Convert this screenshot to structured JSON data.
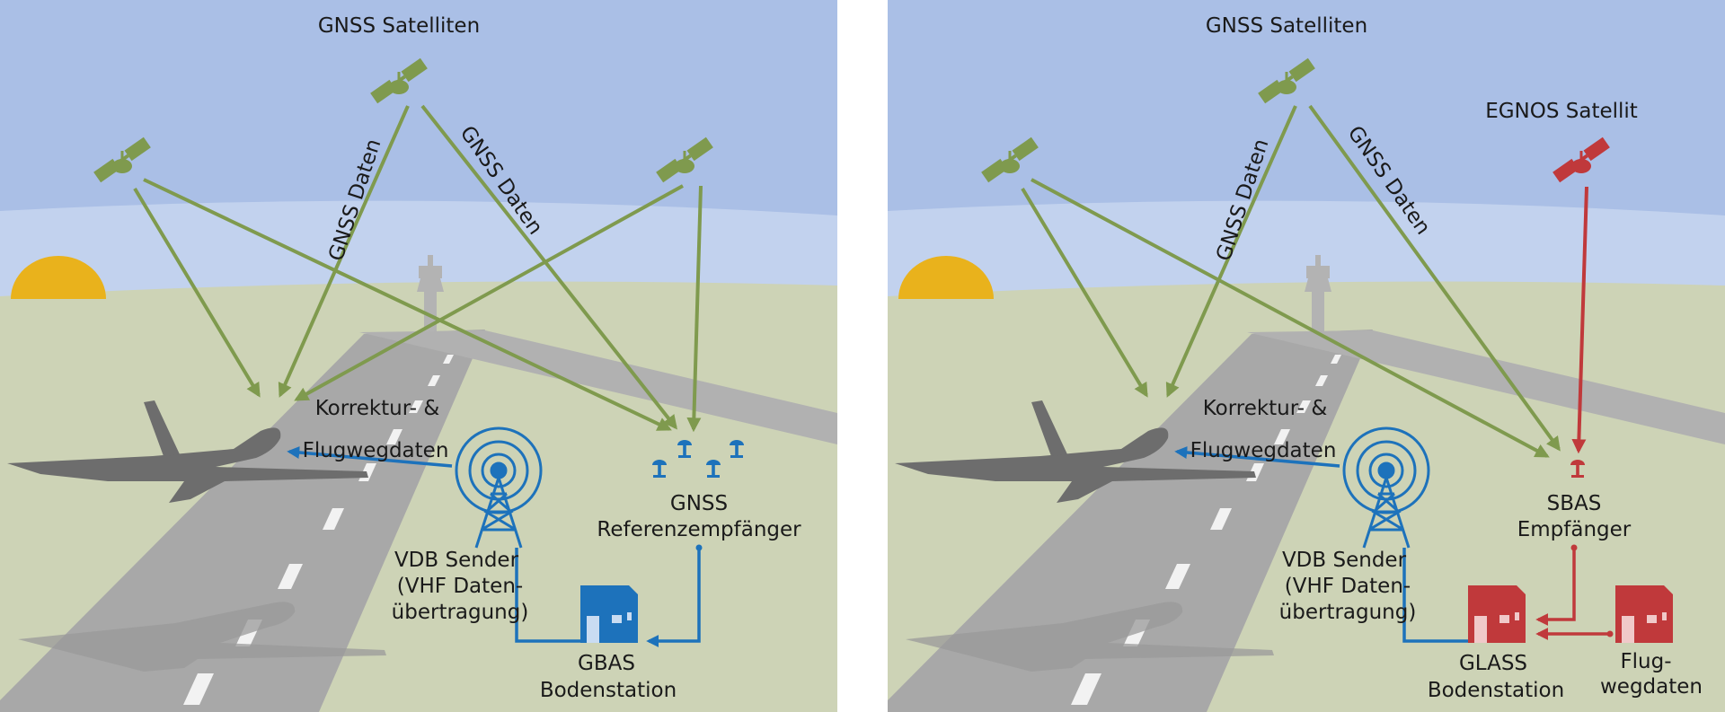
{
  "colors": {
    "sky_top": "#aabfe6",
    "sky_band": "#c2d2ee",
    "ground": "#cdd3b6",
    "runway": "#a8a8a8",
    "sun": "#e9b21c",
    "gnss_green": "#7f9a4e",
    "gbas_blue": "#1d72bb",
    "egnos_red": "#c0393b",
    "plane": "#6d6d6d",
    "plane_shadow": "#9a9a9a"
  },
  "panels": [
    {
      "id": "gbas",
      "labels": {
        "satellites_title": "GNSS Satelliten",
        "gnss_data_1": "GNSS Daten",
        "gnss_data_2": "GNSS Daten",
        "correction_1": "Korrektur- &",
        "correction_2": "Flugwegdaten",
        "vdb_1": "VDB Sender",
        "vdb_2": "(VHF Daten-",
        "vdb_3": "übertragung)",
        "receiver_1": "GNSS",
        "receiver_2": "Referenzempfänger",
        "station_1": "GBAS",
        "station_2": "Bodenstation"
      }
    },
    {
      "id": "glass",
      "labels": {
        "satellites_title": "GNSS Satelliten",
        "egnos_title": "EGNOS Satellit",
        "gnss_data_1": "GNSS Daten",
        "gnss_data_2": "GNSS Daten",
        "correction_1": "Korrektur- &",
        "correction_2": "Flugwegdaten",
        "vdb_1": "VDB Sender",
        "vdb_2": "(VHF Daten-",
        "vdb_3": "übertragung)",
        "receiver_1": "SBAS",
        "receiver_2": "Empfänger",
        "station_1": "GLASS",
        "station_2": "Bodenstation",
        "flight_1": "Flug-",
        "flight_2": "wegdaten"
      }
    }
  ]
}
